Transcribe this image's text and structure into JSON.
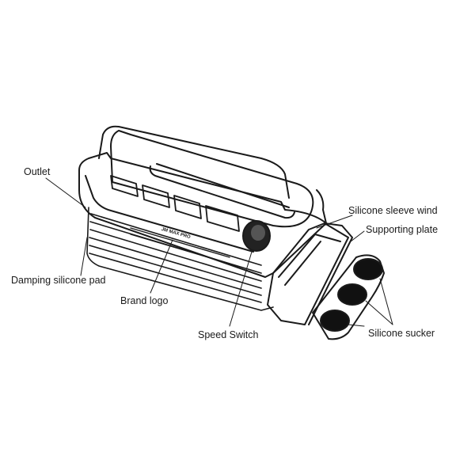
{
  "labels": {
    "outlet": "Outlet",
    "damping": "Damping silicone pad",
    "brand_logo": "Brand logo",
    "speed_switch": "Speed Switch",
    "sleeve": "Silicone sleeve wind",
    "plate": "Supporting plate",
    "sucker": "Silicone sucker"
  },
  "logo_text": "JM MAX PRO",
  "colors": {
    "line": "#1a1a1a",
    "background": "#ffffff"
  }
}
